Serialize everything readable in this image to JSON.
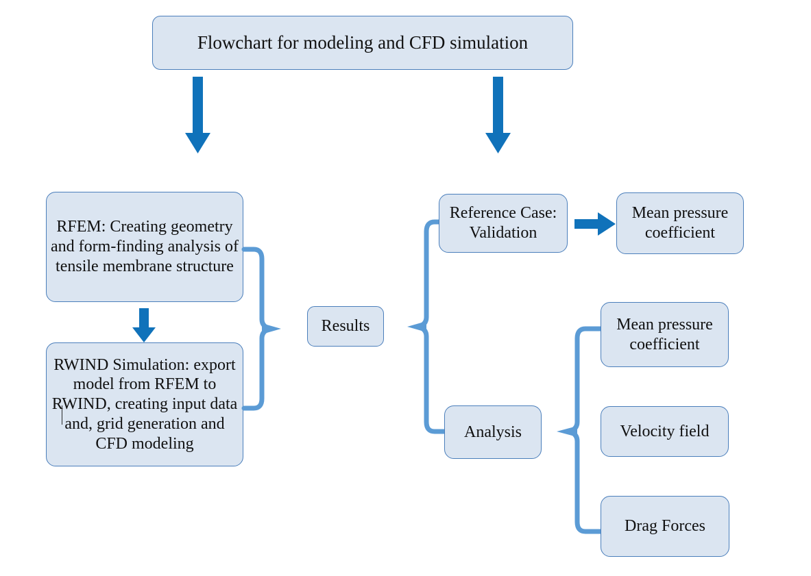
{
  "diagram": {
    "title_box": {
      "label": "Flowchart for modeling and CFD simulation"
    },
    "colors": {
      "node_fill": "#dbe5f1",
      "node_border": "#4a7ebb",
      "arrow": "#1072ba",
      "brace": "#5b9bd5",
      "text": "#101010",
      "background": "#ffffff"
    },
    "nodes": [
      {
        "id": "rfem",
        "label": "RFEM: Creating geometry and form-finding analysis of tensile membrane structure"
      },
      {
        "id": "rwind",
        "label": "RWIND Simulation: export model from RFEM to RWIND, creating input data and, grid generation and CFD modeling"
      },
      {
        "id": "results",
        "label": "Results"
      },
      {
        "id": "reference-case",
        "label": "Reference Case: Validation"
      },
      {
        "id": "mean-pressure-validation",
        "label": "Mean pressure coefficient"
      },
      {
        "id": "analysis",
        "label": "Analysis"
      },
      {
        "id": "mean-pressure-analysis",
        "label": "Mean pressure coefficient"
      },
      {
        "id": "velocity-field",
        "label": "Velocity field"
      },
      {
        "id": "drag-forces",
        "label": "Drag Forces"
      }
    ],
    "connectors": [
      {
        "id": "arrow-title-to-rfem",
        "kind": "down-arrow",
        "from": "title",
        "to": "rfem"
      },
      {
        "id": "arrow-title-to-reference",
        "kind": "down-arrow",
        "from": "title",
        "to": "reference-case"
      },
      {
        "id": "arrow-rfem-to-rwind",
        "kind": "down-arrow",
        "from": "rfem",
        "to": "rwind"
      },
      {
        "id": "arrow-reference-to-mean",
        "kind": "right-arrow",
        "from": "reference-case",
        "to": "mean-pressure-validation"
      },
      {
        "id": "brace-left-group",
        "kind": "right-brace",
        "from": "rfem,rwind",
        "to": "results"
      },
      {
        "id": "brace-results-right",
        "kind": "left-brace",
        "from": "results",
        "to": "reference-case,analysis"
      },
      {
        "id": "brace-analysis-right",
        "kind": "left-brace",
        "from": "analysis",
        "to": "mean-pressure-analysis,velocity-field,drag-forces"
      }
    ]
  }
}
